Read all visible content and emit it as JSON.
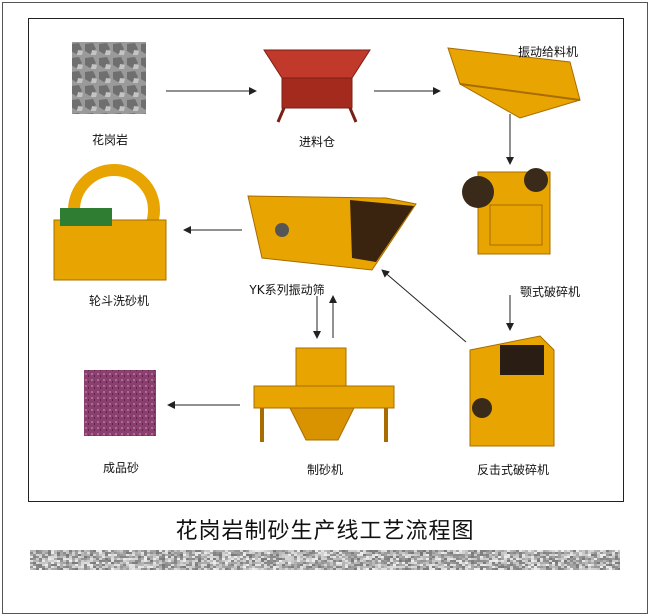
{
  "title": "花岗岩制砂生产线工艺流程图",
  "nodes": {
    "granite": "花岗岩",
    "feed_bin": "进料仓",
    "vibrating_feeder": "振动给料机",
    "jaw_crusher": "颚式破碎机",
    "impact_crusher": "反击式破碎机",
    "sand_maker": "制砂机",
    "vibrating_screen": "YK系列振动筛",
    "sand_washer": "轮斗洗砂机",
    "finished_sand": "成品砂"
  },
  "colors": {
    "machine": "#e8a400",
    "machine_dark": "#a86c00",
    "hopper": "#c0392b",
    "sand": "#8b3f6e",
    "rock": "#8a8a8a",
    "arrow": "#222222"
  }
}
